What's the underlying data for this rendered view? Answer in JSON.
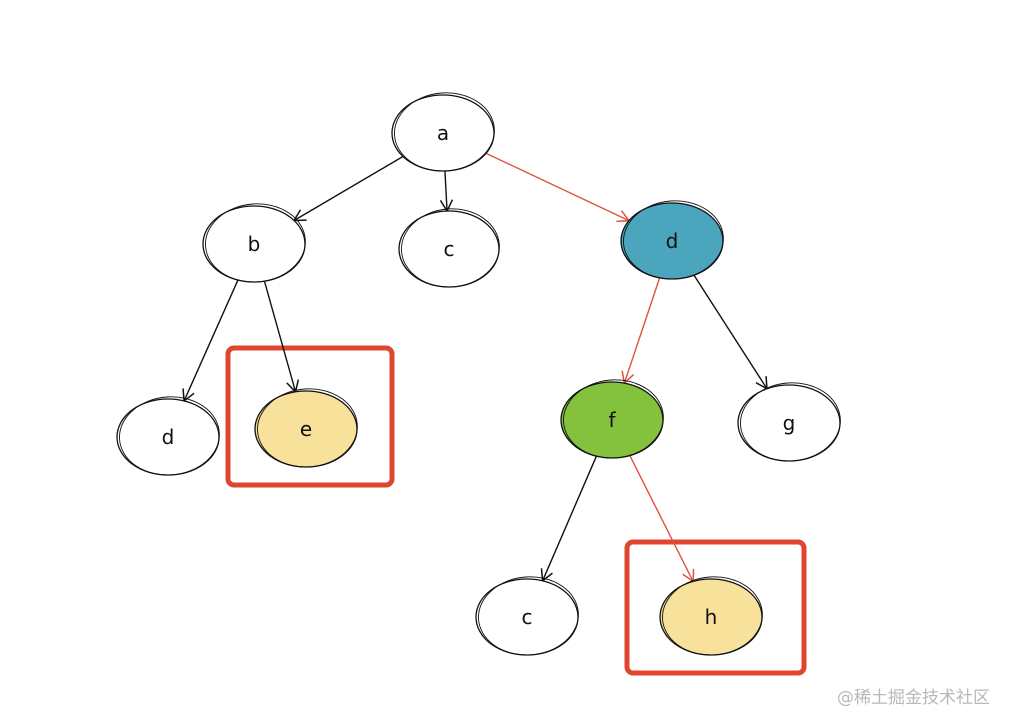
{
  "nodes": [
    {
      "id": "a1",
      "label": "a",
      "fill": "#ffffff"
    },
    {
      "id": "b",
      "label": "b",
      "fill": "#ffffff"
    },
    {
      "id": "c1",
      "label": "c",
      "fill": "#ffffff"
    },
    {
      "id": "d_right",
      "label": "d",
      "fill": "#4ba6bd"
    },
    {
      "id": "d_left",
      "label": "d",
      "fill": "#ffffff"
    },
    {
      "id": "e",
      "label": "e",
      "fill": "#f8e19a"
    },
    {
      "id": "f",
      "label": "f",
      "fill": "#84c13c"
    },
    {
      "id": "g",
      "label": "g",
      "fill": "#ffffff"
    },
    {
      "id": "c2",
      "label": "c",
      "fill": "#ffffff"
    },
    {
      "id": "h",
      "label": "h",
      "fill": "#f8e19a"
    }
  ],
  "edges": [
    {
      "from": "a1",
      "to": "b",
      "highlight": false
    },
    {
      "from": "a1",
      "to": "c1",
      "highlight": false
    },
    {
      "from": "a1",
      "to": "d_right",
      "highlight": true
    },
    {
      "from": "b",
      "to": "d_left",
      "highlight": false
    },
    {
      "from": "b",
      "to": "e",
      "highlight": false
    },
    {
      "from": "d_right",
      "to": "f",
      "highlight": true
    },
    {
      "from": "d_right",
      "to": "g",
      "highlight": false
    },
    {
      "from": "f",
      "to": "c2",
      "highlight": false
    },
    {
      "from": "f",
      "to": "h",
      "highlight": true
    }
  ],
  "highlight_boxes": [
    {
      "id": "box-e",
      "around": "e"
    },
    {
      "id": "box-h",
      "around": "h"
    }
  ],
  "colors": {
    "edge": "#111111",
    "highlight_edge": "#e0523f",
    "box": "#e0452f",
    "node_stroke": "#111111"
  },
  "watermark": "@稀土掘金技术社区"
}
